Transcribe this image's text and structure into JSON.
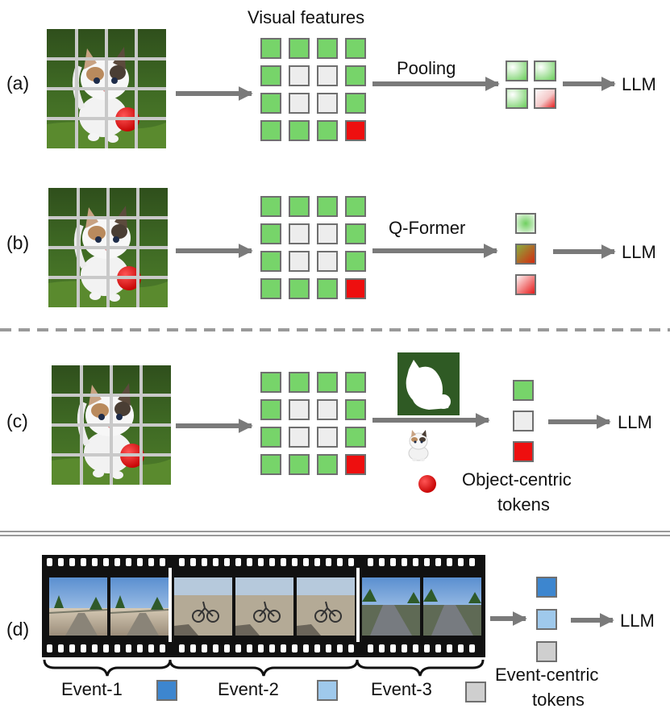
{
  "panels": {
    "a": {
      "label": "(a)",
      "top_text": "Visual features",
      "op": "Pooling",
      "target": "LLM"
    },
    "b": {
      "label": "(b)",
      "op": "Q-Former",
      "target": "LLM"
    },
    "c": {
      "label": "(c)",
      "target": "LLM",
      "caption_line1": "Object-centric",
      "caption_line2": "tokens"
    },
    "d": {
      "label": "(d)",
      "target": "LLM",
      "caption_line1": "Event-centric",
      "caption_line2": "tokens",
      "events": [
        "Event-1",
        "Event-2",
        "Event-3"
      ]
    }
  },
  "colors": {
    "green": "#77d46a",
    "light_gray": "#ededed",
    "red": "#ee0f0f",
    "arrow": "#7a7a7a",
    "event_blue": "#3d86cf",
    "event_light_blue": "#9fc9ec",
    "event_gray": "#cfcfcf",
    "separator": "#9a9a9a"
  },
  "icons": [
    "kitten-photo",
    "cat-silhouette-mask",
    "kitten-icon",
    "red-ball-icon",
    "film-strip"
  ]
}
